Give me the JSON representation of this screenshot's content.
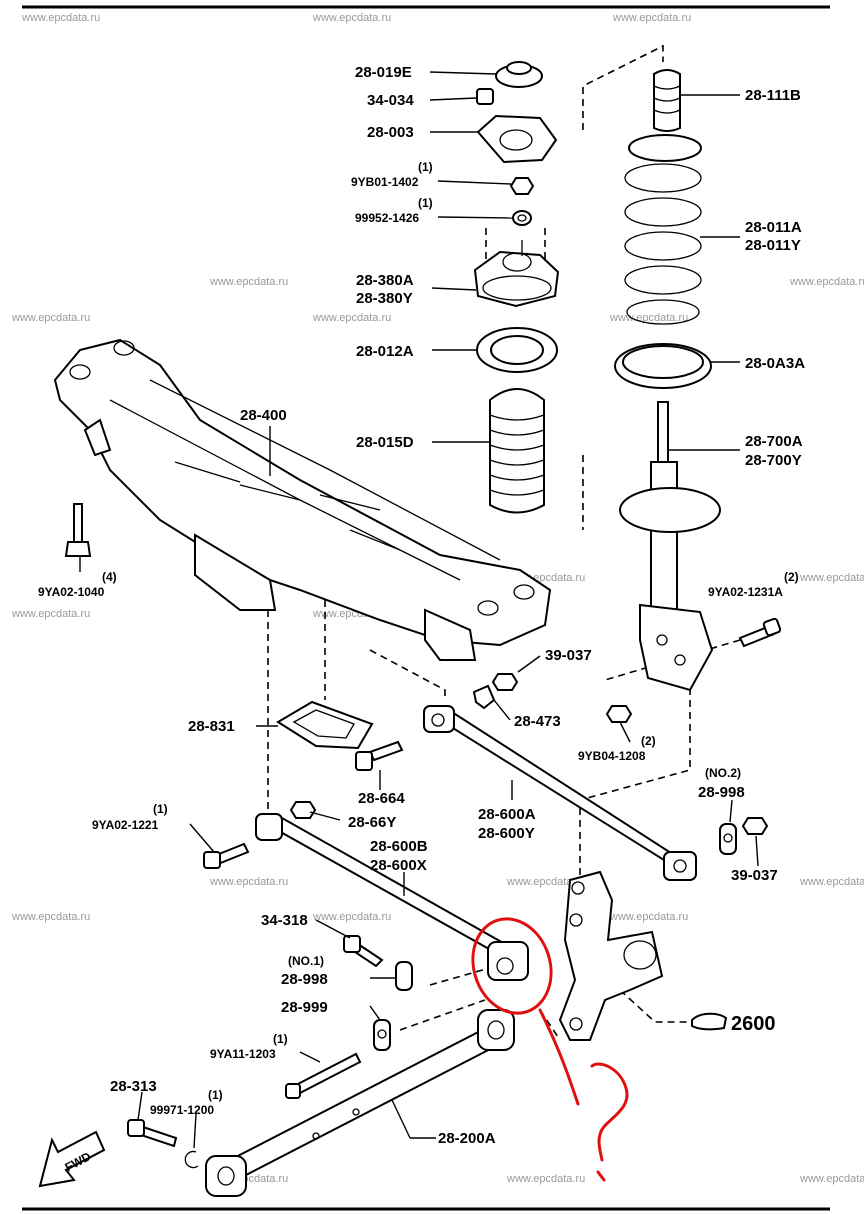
{
  "watermark": "www.epcdata.ru",
  "labels": {
    "p_28_019E": "28-019E",
    "p_34_034": "34-034",
    "p_28_003": "28-003",
    "q_9YB01": "(1)",
    "p_9YB01_1402": "9YB01-1402",
    "q_99952": "(1)",
    "p_99952_1426": "99952-1426",
    "p_28_380A": "28-380A",
    "p_28_380Y": "28-380Y",
    "p_28_012A": "28-012A",
    "p_28_015D": "28-015D",
    "p_28_400": "28-400",
    "p_28_111B": "28-111B",
    "p_28_011A": "28-011A",
    "p_28_011Y": "28-011Y",
    "p_28_0A3A": "28-0A3A",
    "p_28_700A": "28-700A",
    "p_28_700Y": "28-700Y",
    "q_9YA02_1231A": "(2)",
    "p_9YA02_1231A": "9YA02-1231A",
    "q_9YA02_1040": "(4)",
    "p_9YA02_1040": "9YA02-1040",
    "p_39_037_a": "39-037",
    "p_28_473": "28-473",
    "q_9YB04": "(2)",
    "p_9YB04_1208": "9YB04-1208",
    "p_28_831": "28-831",
    "p_28_664": "28-664",
    "p_28_66Y": "28-66Y",
    "q_9YA02_1221": "(1)",
    "p_9YA02_1221": "9YA02-1221",
    "p_28_600A": "28-600A",
    "p_28_600Y": "28-600Y",
    "q_no2": "(NO.2)",
    "p_28_998_b": "28-998",
    "p_39_037_b": "39-037",
    "p_28_600B": "28-600B",
    "p_28_600X": "28-600X",
    "p_34_318": "34-318",
    "q_no1": "(NO.1)",
    "p_28_998_a": "28-998",
    "p_28_999": "28-999",
    "q_9YA11": "(1)",
    "p_9YA11_1203": "9YA11-1203",
    "p_2600": "2600",
    "p_28_313": "28-313",
    "q_99971": "(1)",
    "p_99971_1200": "99971-1200",
    "p_28_200A": "28-200A",
    "fwd": "FWD"
  }
}
